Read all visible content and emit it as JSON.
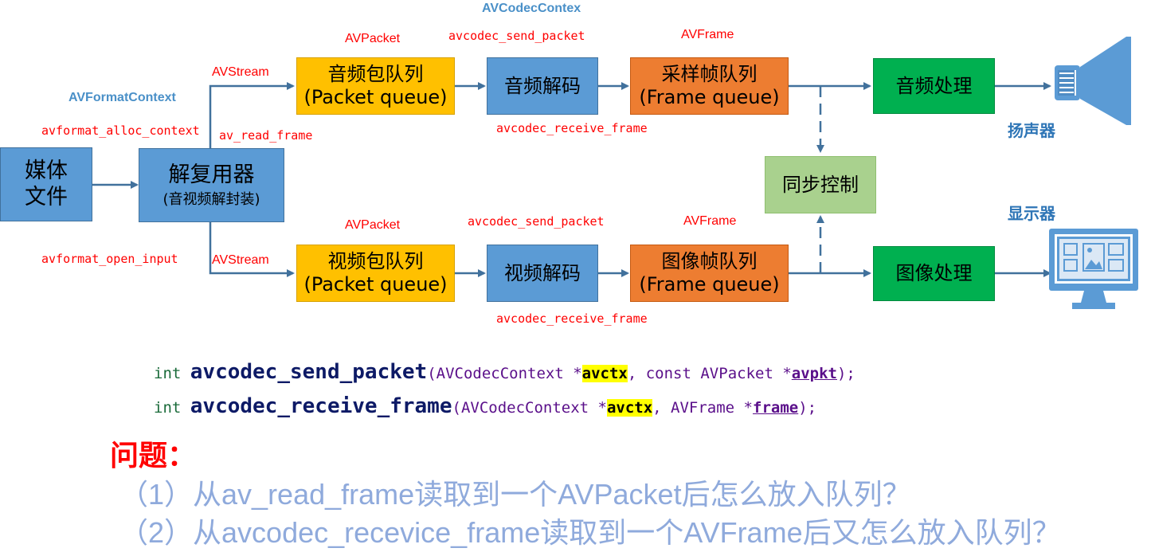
{
  "boxes": {
    "media": {
      "line1": "媒体",
      "line2": "文件"
    },
    "demux": {
      "line1": "解复用器",
      "line2": "(音视频解封装)"
    },
    "audio_pkt": {
      "line1": "音频包队列",
      "line2": "(Packet queue)"
    },
    "audio_dec": {
      "label": "音频解码"
    },
    "audio_frm": {
      "line1": "采样帧队列",
      "line2": "(Frame queue)"
    },
    "audio_proc": {
      "label": "音频处理"
    },
    "video_pkt": {
      "line1": "视频包队列",
      "line2": "(Packet queue)"
    },
    "video_dec": {
      "label": "视频解码"
    },
    "video_frm": {
      "line1": "图像帧队列",
      "line2": "(Frame queue)"
    },
    "video_proc": {
      "label": "图像处理"
    },
    "sync": {
      "label": "同步控制"
    }
  },
  "labels": {
    "avcodec_contex": "AVCodecContex",
    "avformat_context": "AVFormatContext",
    "avformat_alloc_context": "avformat_alloc_context",
    "avformat_open_input": "avformat_open_input",
    "av_read_frame": "av_read_frame",
    "avstream_top": "AVStream",
    "avstream_bottom": "AVStream",
    "avpacket_top": "AVPacket",
    "avpacket_bottom": "AVPacket",
    "send_packet_top": "avcodec_send_packet",
    "send_packet_bottom": "avcodec_send_packet",
    "receive_frame_top": "avcodec_receive_frame",
    "receive_frame_bottom": "avcodec_receive_frame",
    "avframe_top": "AVFrame",
    "avframe_bottom": "AVFrame",
    "speaker": "扬声器",
    "display": "显示器"
  },
  "code": {
    "line1": {
      "ret": "int ",
      "fn": "avcodec_send_packet",
      "p1": "(AVCodecContext *",
      "a1": "avctx",
      "p2": ", const AVPacket *",
      "a2": "avpkt",
      "p3": ");"
    },
    "line2": {
      "ret": "int ",
      "fn": "avcodec_receive_frame",
      "p1": "(AVCodecContext *",
      "a1": "avctx",
      "p2": ", AVFrame *",
      "a2": "frame",
      "p3": ");"
    }
  },
  "question": {
    "title": "问题：",
    "q1": "（1）从av_read_frame读取到一个AVPacket后怎么放入队列？",
    "q2": "（2）从avcodec_recevice_frame读取到一个AVFrame后又怎么放入队列？"
  },
  "colors": {
    "blue_box": "#5b9bd5",
    "yellow_box": "#ffc000",
    "orange_box": "#ed7d31",
    "green_box": "#00b050",
    "sync_box": "#a9d18e",
    "arrow": "#41719c",
    "red_label": "#ff0000"
  }
}
